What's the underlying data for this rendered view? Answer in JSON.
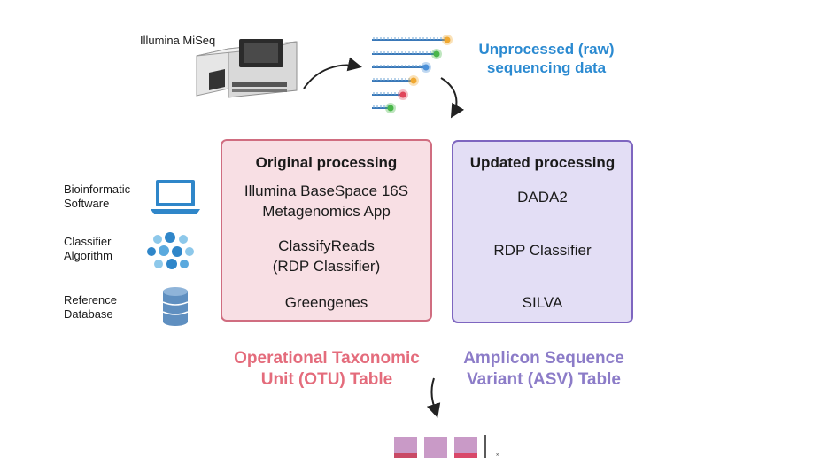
{
  "instrument": {
    "label": "Illumina MiSeq"
  },
  "raw_data": {
    "line1": "Unprocessed (raw)",
    "line2": "sequencing data"
  },
  "left_labels": [
    {
      "line1": "Bioinformatic",
      "line2": "Software",
      "icon": "laptop-icon"
    },
    {
      "line1": "Classifier",
      "line2": "Algorithm",
      "icon": "dots-cluster-icon"
    },
    {
      "line1": "Reference",
      "line2": "Database",
      "icon": "database-icon"
    }
  ],
  "original": {
    "title": "Original  processing",
    "software_line1": "Illumina BaseSpace 16S",
    "software_line2": "Metagenomics App",
    "algorithm_line1": "ClassifyReads",
    "algorithm_line2": "(RDP Classifier)",
    "database": "Greengenes"
  },
  "updated": {
    "title": "Updated processing",
    "software": "DADA2",
    "algorithm": "RDP Classifier",
    "database": "SILVA"
  },
  "outputs": {
    "otu_line1": "Operational Taxonomic",
    "otu_line2": "Unit (OTU) Table",
    "asv_line1": "Amplicon Sequence",
    "asv_line2": "Variant (ASV) Table"
  },
  "bottom_chart": {
    "axis_tick": "»"
  },
  "colors": {
    "raw_title": "#2b8ad1",
    "original_border": "#d06d80",
    "original_fill": "#f8dfe4",
    "updated_border": "#7e66c0",
    "updated_fill": "#e3def5",
    "otu_text": "#e46c7c",
    "asv_text": "#8c7cc8",
    "read_tip_colors": [
      "#f0a830",
      "#49b649",
      "#4a8fd8",
      "#f0a830",
      "#e0455a",
      "#49b649"
    ]
  }
}
